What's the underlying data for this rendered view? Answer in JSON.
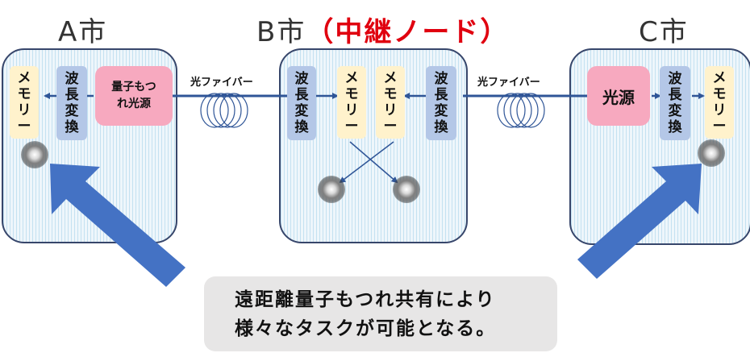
{
  "cities": {
    "a": "A市",
    "b": "B市",
    "b_role": "（中継ノード）",
    "c": "C市"
  },
  "components": {
    "memory": [
      "メ",
      "モ",
      "リ",
      "ー"
    ],
    "wavelength_conversion": [
      "波",
      "長",
      "変",
      "換"
    ],
    "entangled_source_line1": "量子もつ",
    "entangled_source_line2": "れ光源",
    "light_source": "光源"
  },
  "links": {
    "fiber_ab": "光ファイバー",
    "fiber_bc": "光ファイバー"
  },
  "message": {
    "line1": "遠距離量子もつれ共有により",
    "line2": "様々なタスクが可能となる。"
  },
  "colors": {
    "relay_red": "#e0000f",
    "memory_fill": "#fff2cc",
    "conversion_fill": "#b4c7e7",
    "source_fill": "#f7a9bf",
    "arrow_blue": "#4472c4",
    "fiber_line": "#2f5597"
  }
}
